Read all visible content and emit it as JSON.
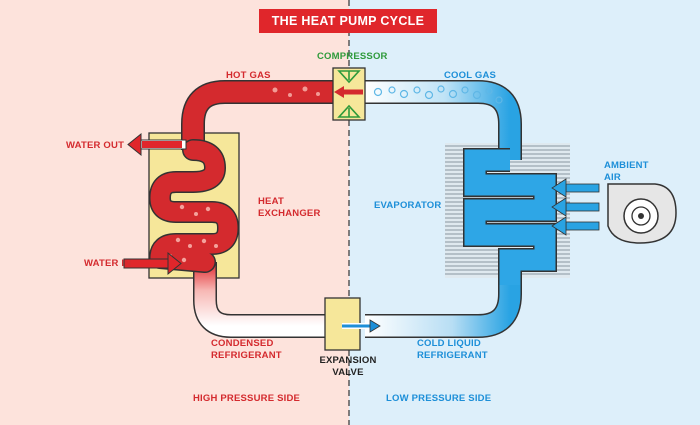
{
  "title": "THE HEAT PUMP CYCLE",
  "labels": {
    "compressor": "COMPRESSOR",
    "hot_gas": "HOT GAS",
    "cool_gas": "COOL GAS",
    "water_out": "WATER OUT",
    "water_in": "WATER IN",
    "heat_exchanger_line1": "HEAT",
    "heat_exchanger_line2": "EXCHANGER",
    "evaporator": "EVAPORATOR",
    "ambient_air_line1": "AMBIENT",
    "ambient_air_line2": "AIR",
    "condensed_line1": "CONDENSED",
    "condensed_line2": "REFRIGERANT",
    "expansion_line1": "EXPANSION",
    "expansion_line2": "VALVE",
    "cold_liquid_line1": "COLD LIQUID",
    "cold_liquid_line2": "REFRIGERANT",
    "high_pressure": "HIGH PRESSURE SIDE",
    "low_pressure": "LOW PRESSURE SIDE"
  },
  "colors": {
    "hot": "#d42a2e",
    "cold": "#29a3e3",
    "exchanger": "#f6e79a",
    "compressor_symbols": "#2e9a3a"
  }
}
